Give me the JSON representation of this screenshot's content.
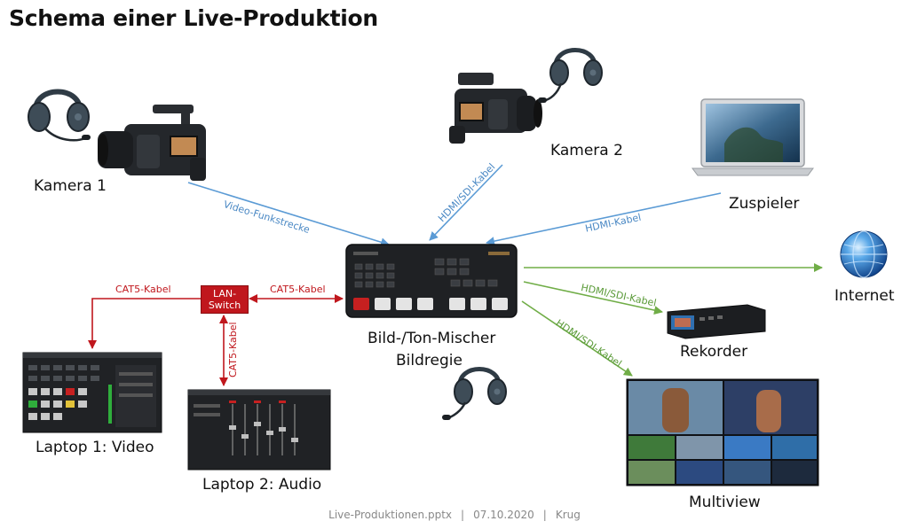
{
  "title": "Schema einer Live-Produktion",
  "nodes": {
    "camera1": "Kamera 1",
    "camera2": "Kamera 2",
    "playout": "Zuspieler",
    "internet": "Internet",
    "recorder": "Rekorder",
    "multiview": "Multiview",
    "mixer_line1": "Bild-/Ton-Mischer",
    "mixer_line2": "Bildregie",
    "laptop1": "Laptop 1: Video",
    "laptop2": "Laptop 2: Audio",
    "lan_switch": "LAN-\nSwitch"
  },
  "connections": {
    "video_wireless": "Video-Funkstrecke",
    "hdmi_sdi_cam2": "HDMI/SDI-Kabel",
    "hdmi_playout": "HDMI-Kabel",
    "hdmi_sdi_recorder": "HDMI/SDI-Kabel",
    "hdmi_sdi_multiview": "HDMI/SDI-Kabel",
    "cat5_laptop1": "CAT5-Kabel",
    "cat5_mixer": "CAT5-Kabel",
    "cat5_laptop2": "CAT5-Kabel"
  },
  "footer": {
    "file": "Live-Produktionen.pptx",
    "date": "07.10.2020",
    "author": "Krug",
    "sep": "|"
  },
  "colors": {
    "video_link": "#5b9bd5",
    "output_link": "#70ad47",
    "network_link": "#c0171d"
  },
  "icons": [
    "headset-icon",
    "camcorder-icon",
    "laptop-icon",
    "globe-icon",
    "recorder-icon",
    "switcher-icon",
    "multiview-screen",
    "video-control-screen",
    "audio-control-screen"
  ]
}
